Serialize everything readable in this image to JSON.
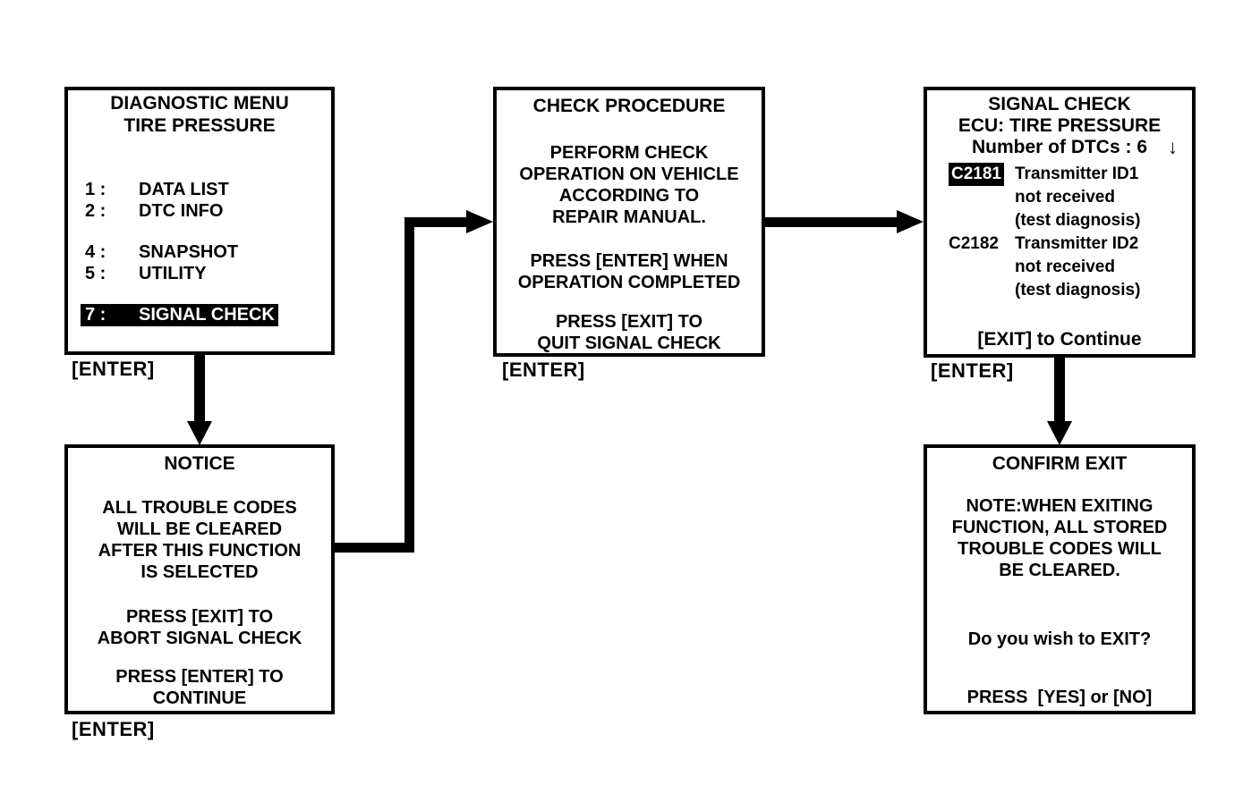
{
  "colors": {
    "ink": "#000000",
    "paper": "#ffffff"
  },
  "key_labels": {
    "enter": "[ENTER]"
  },
  "screens": {
    "diagnostic_menu": {
      "title": "DIAGNOSTIC MENU",
      "subtitle": "TIRE PRESSURE",
      "items": [
        {
          "num": "1 :",
          "label": "DATA LIST",
          "highlighted": false
        },
        {
          "num": "2 :",
          "label": "DTC INFO",
          "highlighted": false
        },
        {
          "num": "4 :",
          "label": "SNAPSHOT",
          "highlighted": false
        },
        {
          "num": "5 :",
          "label": "UTILITY",
          "highlighted": false
        },
        {
          "num": "7 :",
          "label": "SIGNAL CHECK",
          "highlighted": true
        }
      ]
    },
    "check_procedure": {
      "title": "CHECK PROCEDURE",
      "para1": "PERFORM CHECK\nOPERATION ON VEHICLE\nACCORDING TO\nREPAIR MANUAL.",
      "para2": "PRESS [ENTER] WHEN\nOPERATION COMPLETED",
      "para3": "PRESS [EXIT] TO\nQUIT SIGNAL CHECK"
    },
    "signal_check": {
      "title": "SIGNAL CHECK",
      "ecu_line": "ECU: TIRE PRESSURE",
      "dtc_count": "Number of DTCs : 6",
      "scroll_arrow": "↓",
      "dtcs": [
        {
          "code": "C2181",
          "highlighted": true,
          "desc": "Transmitter ID1\nnot received\n(test diagnosis)"
        },
        {
          "code": "C2182",
          "highlighted": false,
          "desc": "Transmitter ID2\nnot received\n(test diagnosis)"
        }
      ],
      "footer": "[EXIT] to Continue"
    },
    "notice": {
      "title": "NOTICE",
      "para1": "ALL TROUBLE CODES\nWILL BE CLEARED\nAFTER THIS FUNCTION\nIS SELECTED",
      "para2": "PRESS [EXIT] TO\nABORT SIGNAL CHECK",
      "para3": "PRESS [ENTER] TO\nCONTINUE"
    },
    "confirm_exit": {
      "title": "CONFIRM EXIT",
      "note": "NOTE:WHEN EXITING\nFUNCTION, ALL STORED\nTROUBLE CODES WILL\nBE CLEARED.",
      "question": "Do you wish to EXIT?",
      "footer": "PRESS  [YES] or [NO]"
    }
  }
}
